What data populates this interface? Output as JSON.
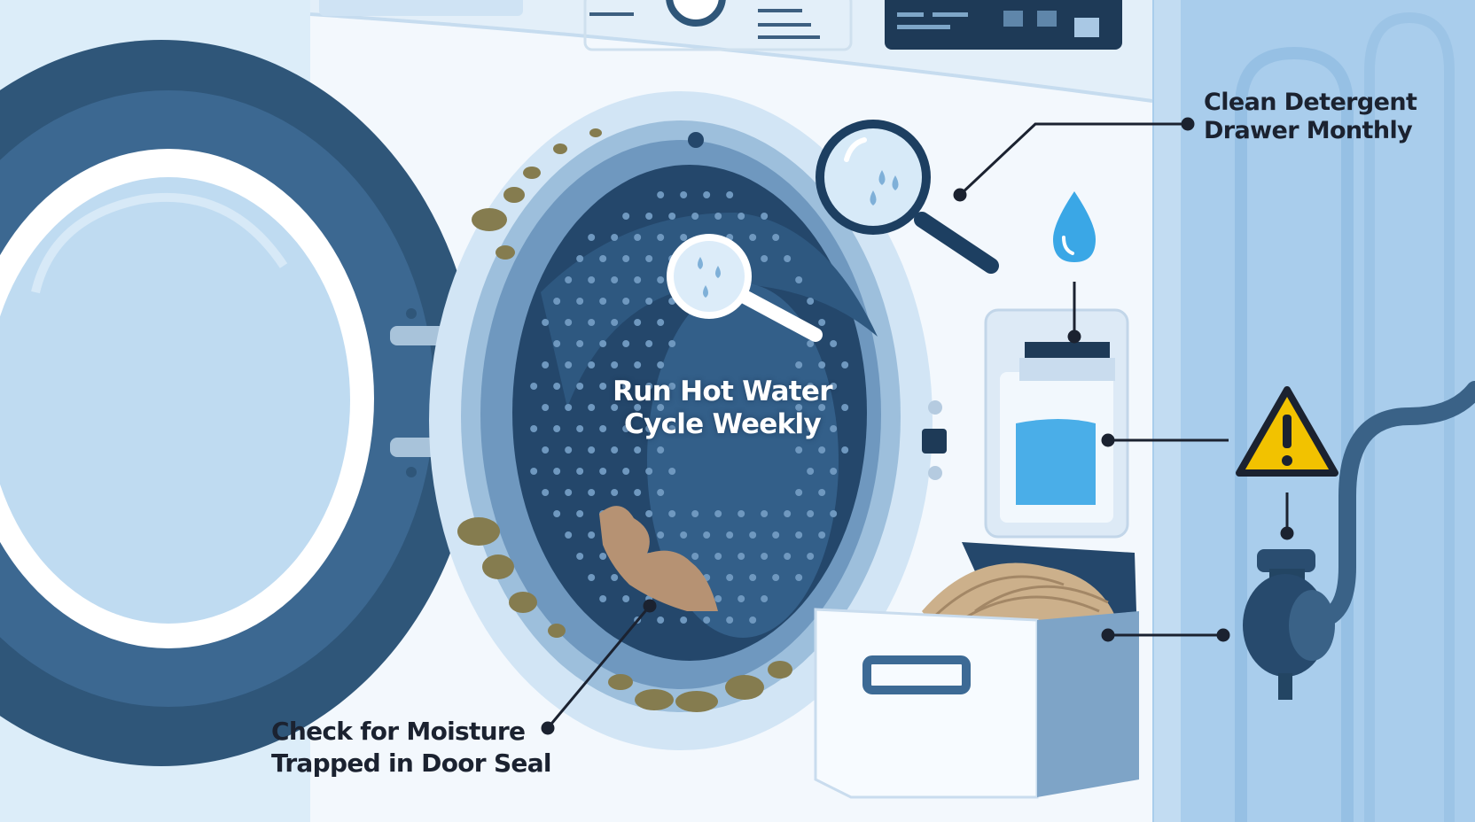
{
  "labels": {
    "drawer_line1": "Clean Detergent",
    "drawer_line2": "Drawer Monthly",
    "hot_line1": "Run Hot Water",
    "hot_line2": "Cycle Weekly",
    "seal_line1": "Check for Moisture",
    "seal_line2": "Trapped in Door Seal"
  },
  "colors": {
    "background": "#e6f2fb",
    "machine_body": "#f4f9fd",
    "door_ring": "#2f5679",
    "drum_dark": "#1d3f61",
    "mold": "#857c4f",
    "water": "#3aa7e6",
    "warning": "#f2c200"
  },
  "icons": [
    "magnifier-icon",
    "water-drop-icon",
    "warning-icon",
    "drain-pump-icon",
    "detergent-container-icon",
    "lint-filter-drawer-icon"
  ]
}
